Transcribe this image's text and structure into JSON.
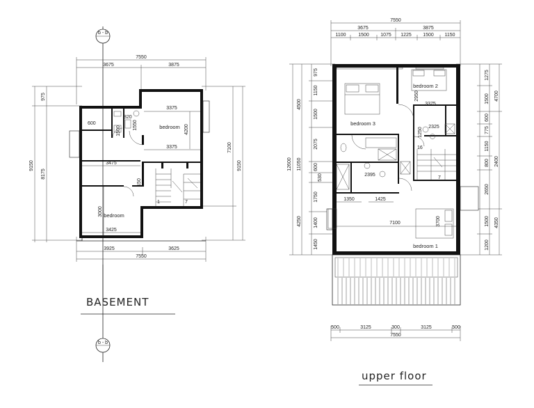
{
  "section_marker": {
    "label": "b - b"
  },
  "basement": {
    "title": "BASEMENT",
    "dims_top": {
      "overall": "7550",
      "left": "3675",
      "right": "3875"
    },
    "dims_left": {
      "overall": "9150",
      "part": "8175",
      "top": "975"
    },
    "dims_right": {
      "overall": "9150",
      "part": "7100"
    },
    "dims_bottom": {
      "left": "3925",
      "right": "3625",
      "overall": "7550"
    },
    "labels": {
      "bedroom_a": "bedroom",
      "bedroom_b": "bedroom",
      "d3375a": "3375",
      "d3375b": "3375",
      "d4200": "4200",
      "d3475": "3475",
      "d3000": "3000",
      "d3425": "3425",
      "d600": "600",
      "d820": "820",
      "d1500": "1500",
      "d1550": "1550",
      "d150": "150",
      "stair1": "1",
      "stair7": "7"
    }
  },
  "upper": {
    "title": "upper floor",
    "dims_top": {
      "overall": "7550",
      "l": "3675",
      "r": "3875",
      "a": "1100",
      "b": "1500",
      "c": "1075",
      "d": "1225",
      "e": "1500",
      "f": "1150"
    },
    "dims_left": {
      "overall": "12600",
      "a": "4500",
      "b": "975",
      "c": "1150",
      "d": "1500",
      "e": "2075",
      "f": "600",
      "g": "530",
      "h": "1750",
      "i": "1400",
      "j": "4250",
      "k": "1450",
      "m": "11050"
    },
    "dims_right": {
      "a": "1275",
      "b": "1500",
      "c": "4700",
      "d": "600",
      "e": "775",
      "f": "1150",
      "g": "800",
      "h": "2400",
      "i": "2650",
      "j": "1500",
      "k": "4350",
      "l": "1200"
    },
    "dims_bottom": {
      "a": "500",
      "b": "3125",
      "c": "300",
      "d": "3125",
      "e": "500",
      "overall": "7550"
    },
    "labels": {
      "bedroom1": "bedroom 1",
      "bedroom2": "bedroom 2",
      "bedroom3": "bedroom 3",
      "d2950": "2950",
      "d3375": "3375",
      "d2325": "2325",
      "d1250": "1250",
      "d2395": "2395",
      "d1350": "1350",
      "d1425": "1425",
      "d7100": "7100",
      "d3700": "3700",
      "d16": "16",
      "d7": "7"
    }
  }
}
